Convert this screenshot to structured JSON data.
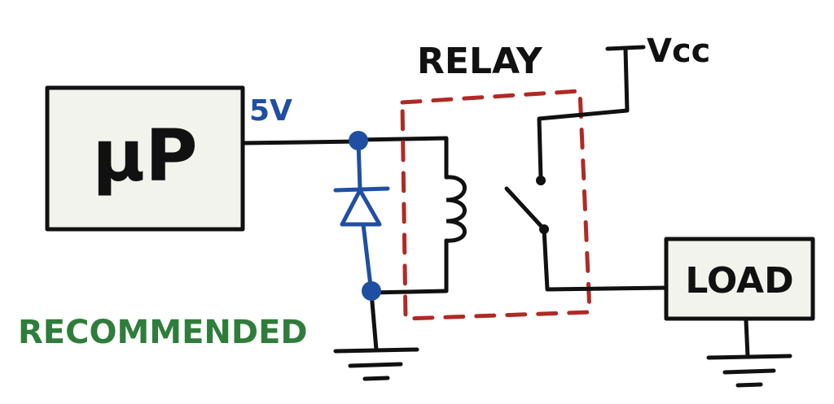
{
  "labels": {
    "mp": "μP",
    "voltage": "5V",
    "relay": "RELAY",
    "vcc": "Vcc",
    "load": "LOAD",
    "recommended": "RECOMMENDED"
  },
  "colors": {
    "wire": "#111111",
    "box_fill": "#f3f3ee",
    "diode": "#1f4fa3",
    "relay_outline": "#b02a25",
    "recommended": "#2f7d3b"
  }
}
